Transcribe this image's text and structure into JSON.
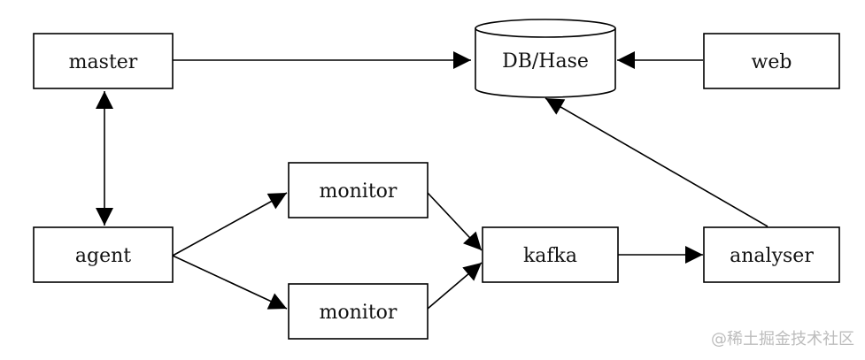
{
  "diagram": {
    "nodes": {
      "master": "master",
      "db": "DB/Hase",
      "web": "web",
      "monitor_top": "monitor",
      "agent": "agent",
      "kafka": "kafka",
      "analyser": "analyser",
      "monitor_bottom": "monitor"
    },
    "edges": [
      {
        "from": "master",
        "to": "db"
      },
      {
        "from": "web",
        "to": "db"
      },
      {
        "from": "master",
        "to": "agent",
        "bidirectional": true
      },
      {
        "from": "agent",
        "to": "monitor_top"
      },
      {
        "from": "agent",
        "to": "monitor_bottom"
      },
      {
        "from": "monitor_top",
        "to": "kafka"
      },
      {
        "from": "monitor_bottom",
        "to": "kafka"
      },
      {
        "from": "kafka",
        "to": "analyser"
      },
      {
        "from": "analyser",
        "to": "db"
      }
    ]
  },
  "watermark": "@稀土掘金技术社区"
}
